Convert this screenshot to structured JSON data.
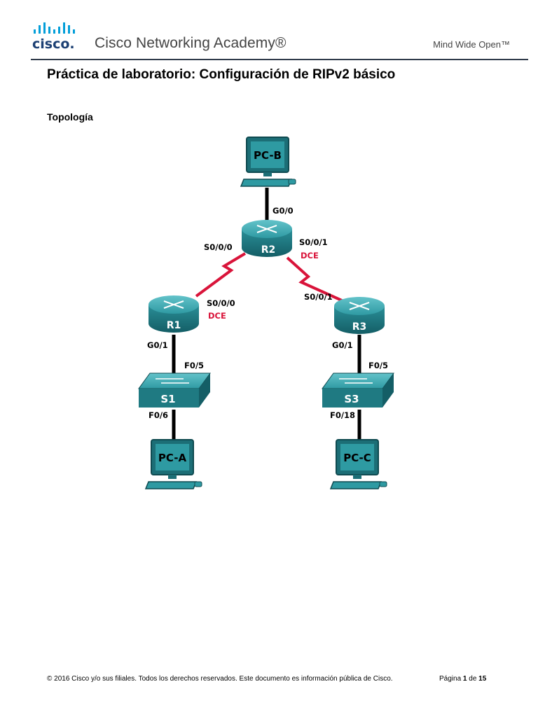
{
  "header": {
    "logo_text": "cisco.",
    "academy": "Cisco Networking Academy®",
    "tagline": "Mind Wide Open™"
  },
  "document": {
    "title": "Práctica de laboratorio: Configuración de RIPv2 básico",
    "section": "Topología"
  },
  "topology": {
    "devices": {
      "pcb": "PC-B",
      "r2": "R2",
      "r1": "R1",
      "r3": "R3",
      "s1": "S1",
      "s3": "S3",
      "pca": "PC-A",
      "pcc": "PC-C"
    },
    "labels": {
      "r2_g00": "G0/0",
      "r2_s000": "S0/0/0",
      "r2_s001": "S0/0/1",
      "r2_dce": "DCE",
      "r1_s000": "S0/0/0",
      "r1_dce": "DCE",
      "r3_s001": "S0/0/1",
      "r1_g01": "G0/1",
      "r3_g01": "G0/1",
      "s1_f05": "F0/5",
      "s3_f05": "F0/5",
      "s1_f06": "F0/6",
      "s3_f018": "F0/18"
    },
    "colors": {
      "device": "#1f7a82",
      "device_light": "#3aa8b0",
      "serial": "#d9143a",
      "ethernet": "#000000"
    }
  },
  "footer": {
    "copyright": "© 2016 Cisco y/o sus filiales. Todos los derechos reservados. Este documento es información pública de Cisco.",
    "page_prefix": "Página ",
    "page_num": "1",
    "page_mid": " de ",
    "page_total": "15"
  }
}
